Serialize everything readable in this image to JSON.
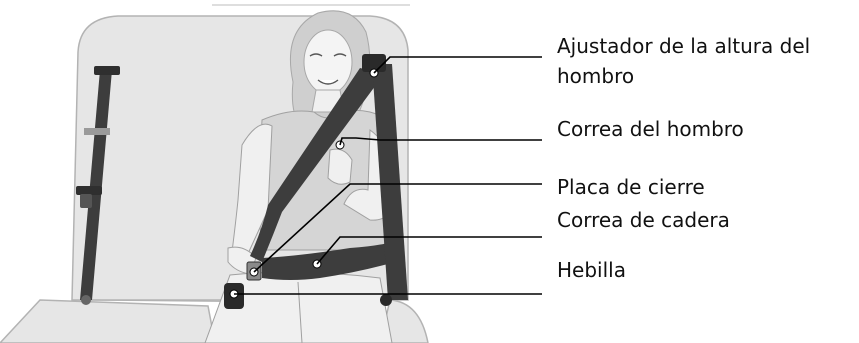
{
  "labels": [
    {
      "id": "shoulder-height-adjuster",
      "lines": [
        "Ajustador de la altura del",
        "hombro"
      ]
    },
    {
      "id": "shoulder-strap",
      "lines": [
        "Correa del hombro"
      ]
    },
    {
      "id": "latch-plate",
      "lines": [
        "Placa de cierre"
      ]
    },
    {
      "id": "lap-strap",
      "lines": [
        "Correa de cadera"
      ]
    },
    {
      "id": "buckle",
      "lines": [
        "Hebilla"
      ]
    }
  ],
  "colors": {
    "seat": "#e6e6e6",
    "seat_outline": "#b3b3b3",
    "belt": "#3d3d3d",
    "leader_line": "#000000",
    "text": "#111111",
    "hair": "#cfcfcf",
    "shirt": "#d5d5d5"
  }
}
